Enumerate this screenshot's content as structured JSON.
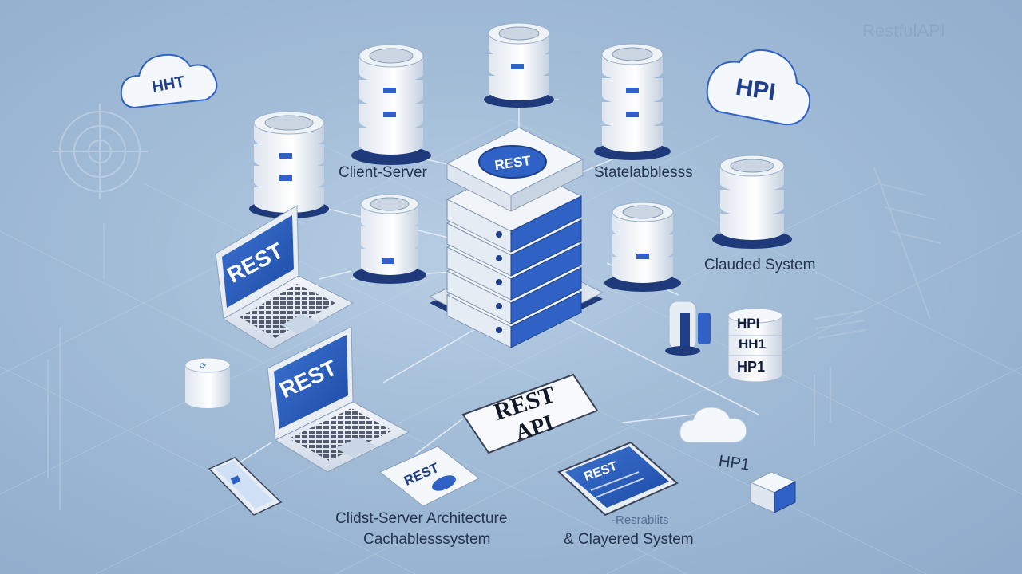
{
  "labels": {
    "client_server": "Client-Server",
    "statelessness": "Statelabblesss",
    "clauded_system": "Clauded System",
    "hp1_side": "HP1",
    "bottom_line1": "Clidst-Server Architecture",
    "bottom_line2": "Cachablesssystem",
    "bottom_right_top": "-Resrablits",
    "bottom_right": "& Clayered System",
    "faint_top_right": "RestfulAPI"
  },
  "devices": {
    "laptop_left": "REST",
    "laptop_center": "REST",
    "tower_top": "REST",
    "sign_line1": "REST",
    "sign_line2": "API",
    "card": "REST",
    "tablet": "REST"
  },
  "clouds": {
    "left": "HHT",
    "right": "HPI"
  },
  "db_stack_labels": [
    "HPI",
    "HH1",
    "HP1"
  ],
  "colors": {
    "background": "#a3bdd8",
    "navy": "#1f3f8a",
    "accent": "#2f62c4",
    "text": "#24344f"
  },
  "icons": [
    "database-icon",
    "server-tower-icon",
    "laptop-icon",
    "cloud-icon",
    "tablet-icon",
    "phone-icon",
    "target-icon"
  ]
}
